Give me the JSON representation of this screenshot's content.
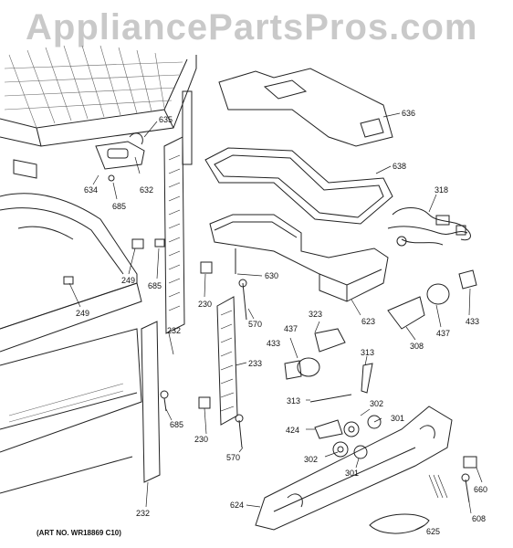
{
  "watermark": "AppliancePartsPros.com",
  "art_number": "(ART NO. WR18869 C10)",
  "callouts": [
    {
      "id": "c636",
      "text": "636"
    },
    {
      "id": "c635",
      "text": "635"
    },
    {
      "id": "c638",
      "text": "638"
    },
    {
      "id": "c318",
      "text": "318"
    },
    {
      "id": "c634",
      "text": "634"
    },
    {
      "id": "c632",
      "text": "632"
    },
    {
      "id": "c685a",
      "text": "685"
    },
    {
      "id": "c249a",
      "text": "249"
    },
    {
      "id": "c685b",
      "text": "685"
    },
    {
      "id": "c630",
      "text": "630"
    },
    {
      "id": "c230a",
      "text": "230"
    },
    {
      "id": "c623",
      "text": "623"
    },
    {
      "id": "c433a",
      "text": "433"
    },
    {
      "id": "c249b",
      "text": "249"
    },
    {
      "id": "c232a",
      "text": "232"
    },
    {
      "id": "c570a",
      "text": "570"
    },
    {
      "id": "c323",
      "text": "323"
    },
    {
      "id": "c437a",
      "text": "437"
    },
    {
      "id": "c308",
      "text": "308"
    },
    {
      "id": "c437b",
      "text": "437"
    },
    {
      "id": "c433b",
      "text": "433"
    },
    {
      "id": "c313a",
      "text": "313"
    },
    {
      "id": "c233",
      "text": "233"
    },
    {
      "id": "c313b",
      "text": "313"
    },
    {
      "id": "c302a",
      "text": "302"
    },
    {
      "id": "c301a",
      "text": "301"
    },
    {
      "id": "c424",
      "text": "424"
    },
    {
      "id": "c685c",
      "text": "685"
    },
    {
      "id": "c230b",
      "text": "230"
    },
    {
      "id": "c302b",
      "text": "302"
    },
    {
      "id": "c570b",
      "text": "570"
    },
    {
      "id": "c301b",
      "text": "301"
    },
    {
      "id": "c660",
      "text": "660"
    },
    {
      "id": "c624",
      "text": "624"
    },
    {
      "id": "c608",
      "text": "608"
    },
    {
      "id": "c625",
      "text": "625"
    },
    {
      "id": "c232b",
      "text": "232"
    }
  ]
}
